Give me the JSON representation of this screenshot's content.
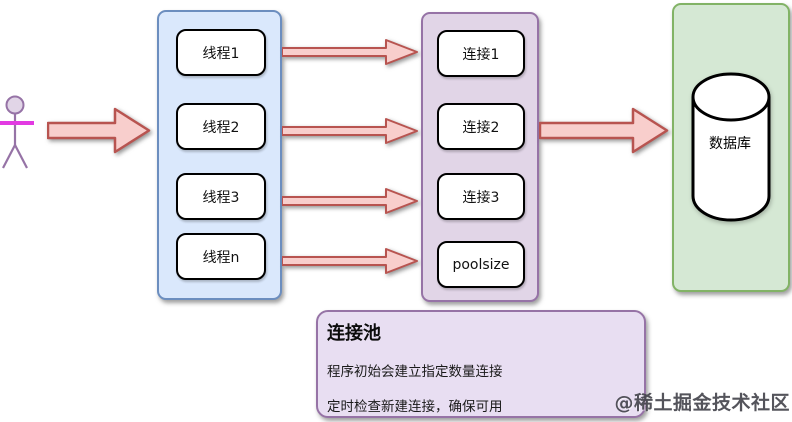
{
  "diagram": {
    "thread_group": {
      "items": [
        "线程1",
        "线程2",
        "线程3",
        "线程n"
      ]
    },
    "connection_pool_group": {
      "items": [
        "连接1",
        "连接2",
        "连接3",
        "poolsize"
      ]
    },
    "database": {
      "label": "数据库"
    },
    "note": {
      "title": "连接池",
      "lines": [
        "程序初始会建立指定数量连接",
        "定时检查新建连接，确保可用"
      ]
    },
    "watermark": "@稀土掘金技术社区",
    "colors": {
      "thread_container_fill": "#dae8fc",
      "thread_container_border": "#6c8ebf",
      "pool_container_fill": "#e1d5e7",
      "pool_container_border": "#9673a6",
      "database_container_fill": "#d5e8d4",
      "database_container_border": "#82b366",
      "arrow_fill": "#f8cecc",
      "arrow_border": "#b85450",
      "note_fill": "#e8def2",
      "note_border": "#9673a6",
      "actor_stroke": "#9673a6",
      "actor_arms": "#e23ae2"
    }
  }
}
